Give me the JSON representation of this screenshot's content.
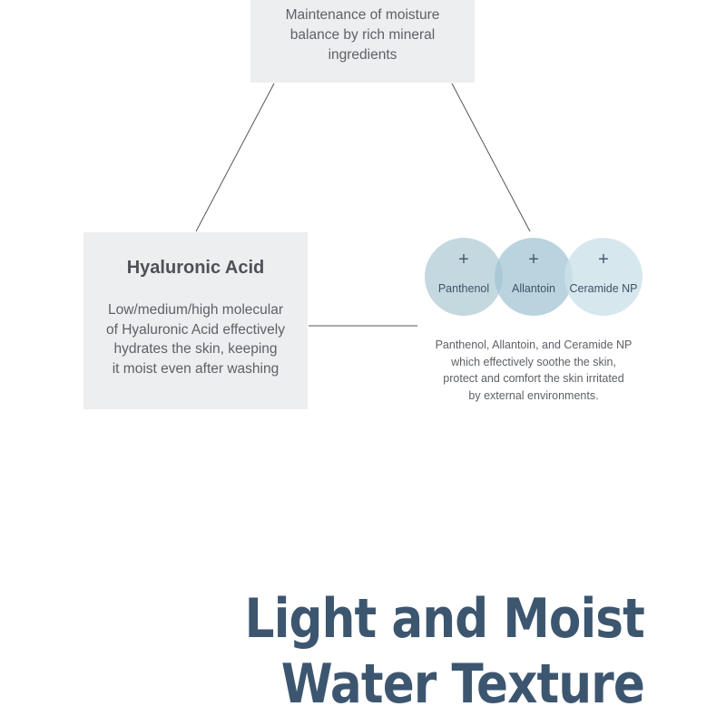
{
  "top_box": {
    "description_lines": [
      "Maintenance of moisture",
      "balance by rich mineral",
      "ingredients"
    ]
  },
  "hyaluronic_box": {
    "title": "Hyaluronic Acid",
    "description_lines": [
      "Low/medium/high molecular",
      "of Hyaluronic Acid effectively",
      "hydrates the skin, keeping",
      "it moist even after washing"
    ]
  },
  "ingredient_circles": [
    {
      "symbol": "+",
      "label": "Panthenol"
    },
    {
      "symbol": "+",
      "label": "Allantoin"
    },
    {
      "symbol": "+",
      "label": "Ceramide NP"
    }
  ],
  "circles_description_lines": [
    "Panthenol, Allantoin, and Ceramide NP",
    "which effectively soothe the skin,",
    "protect and comfort the skin irritated",
    "by external environments."
  ],
  "headline": {
    "line1": "Light and Moist",
    "line2": "Water Texture"
  },
  "colors": {
    "box_background": "#edeef0",
    "headline": "#3d5670",
    "connector": "#555555"
  }
}
